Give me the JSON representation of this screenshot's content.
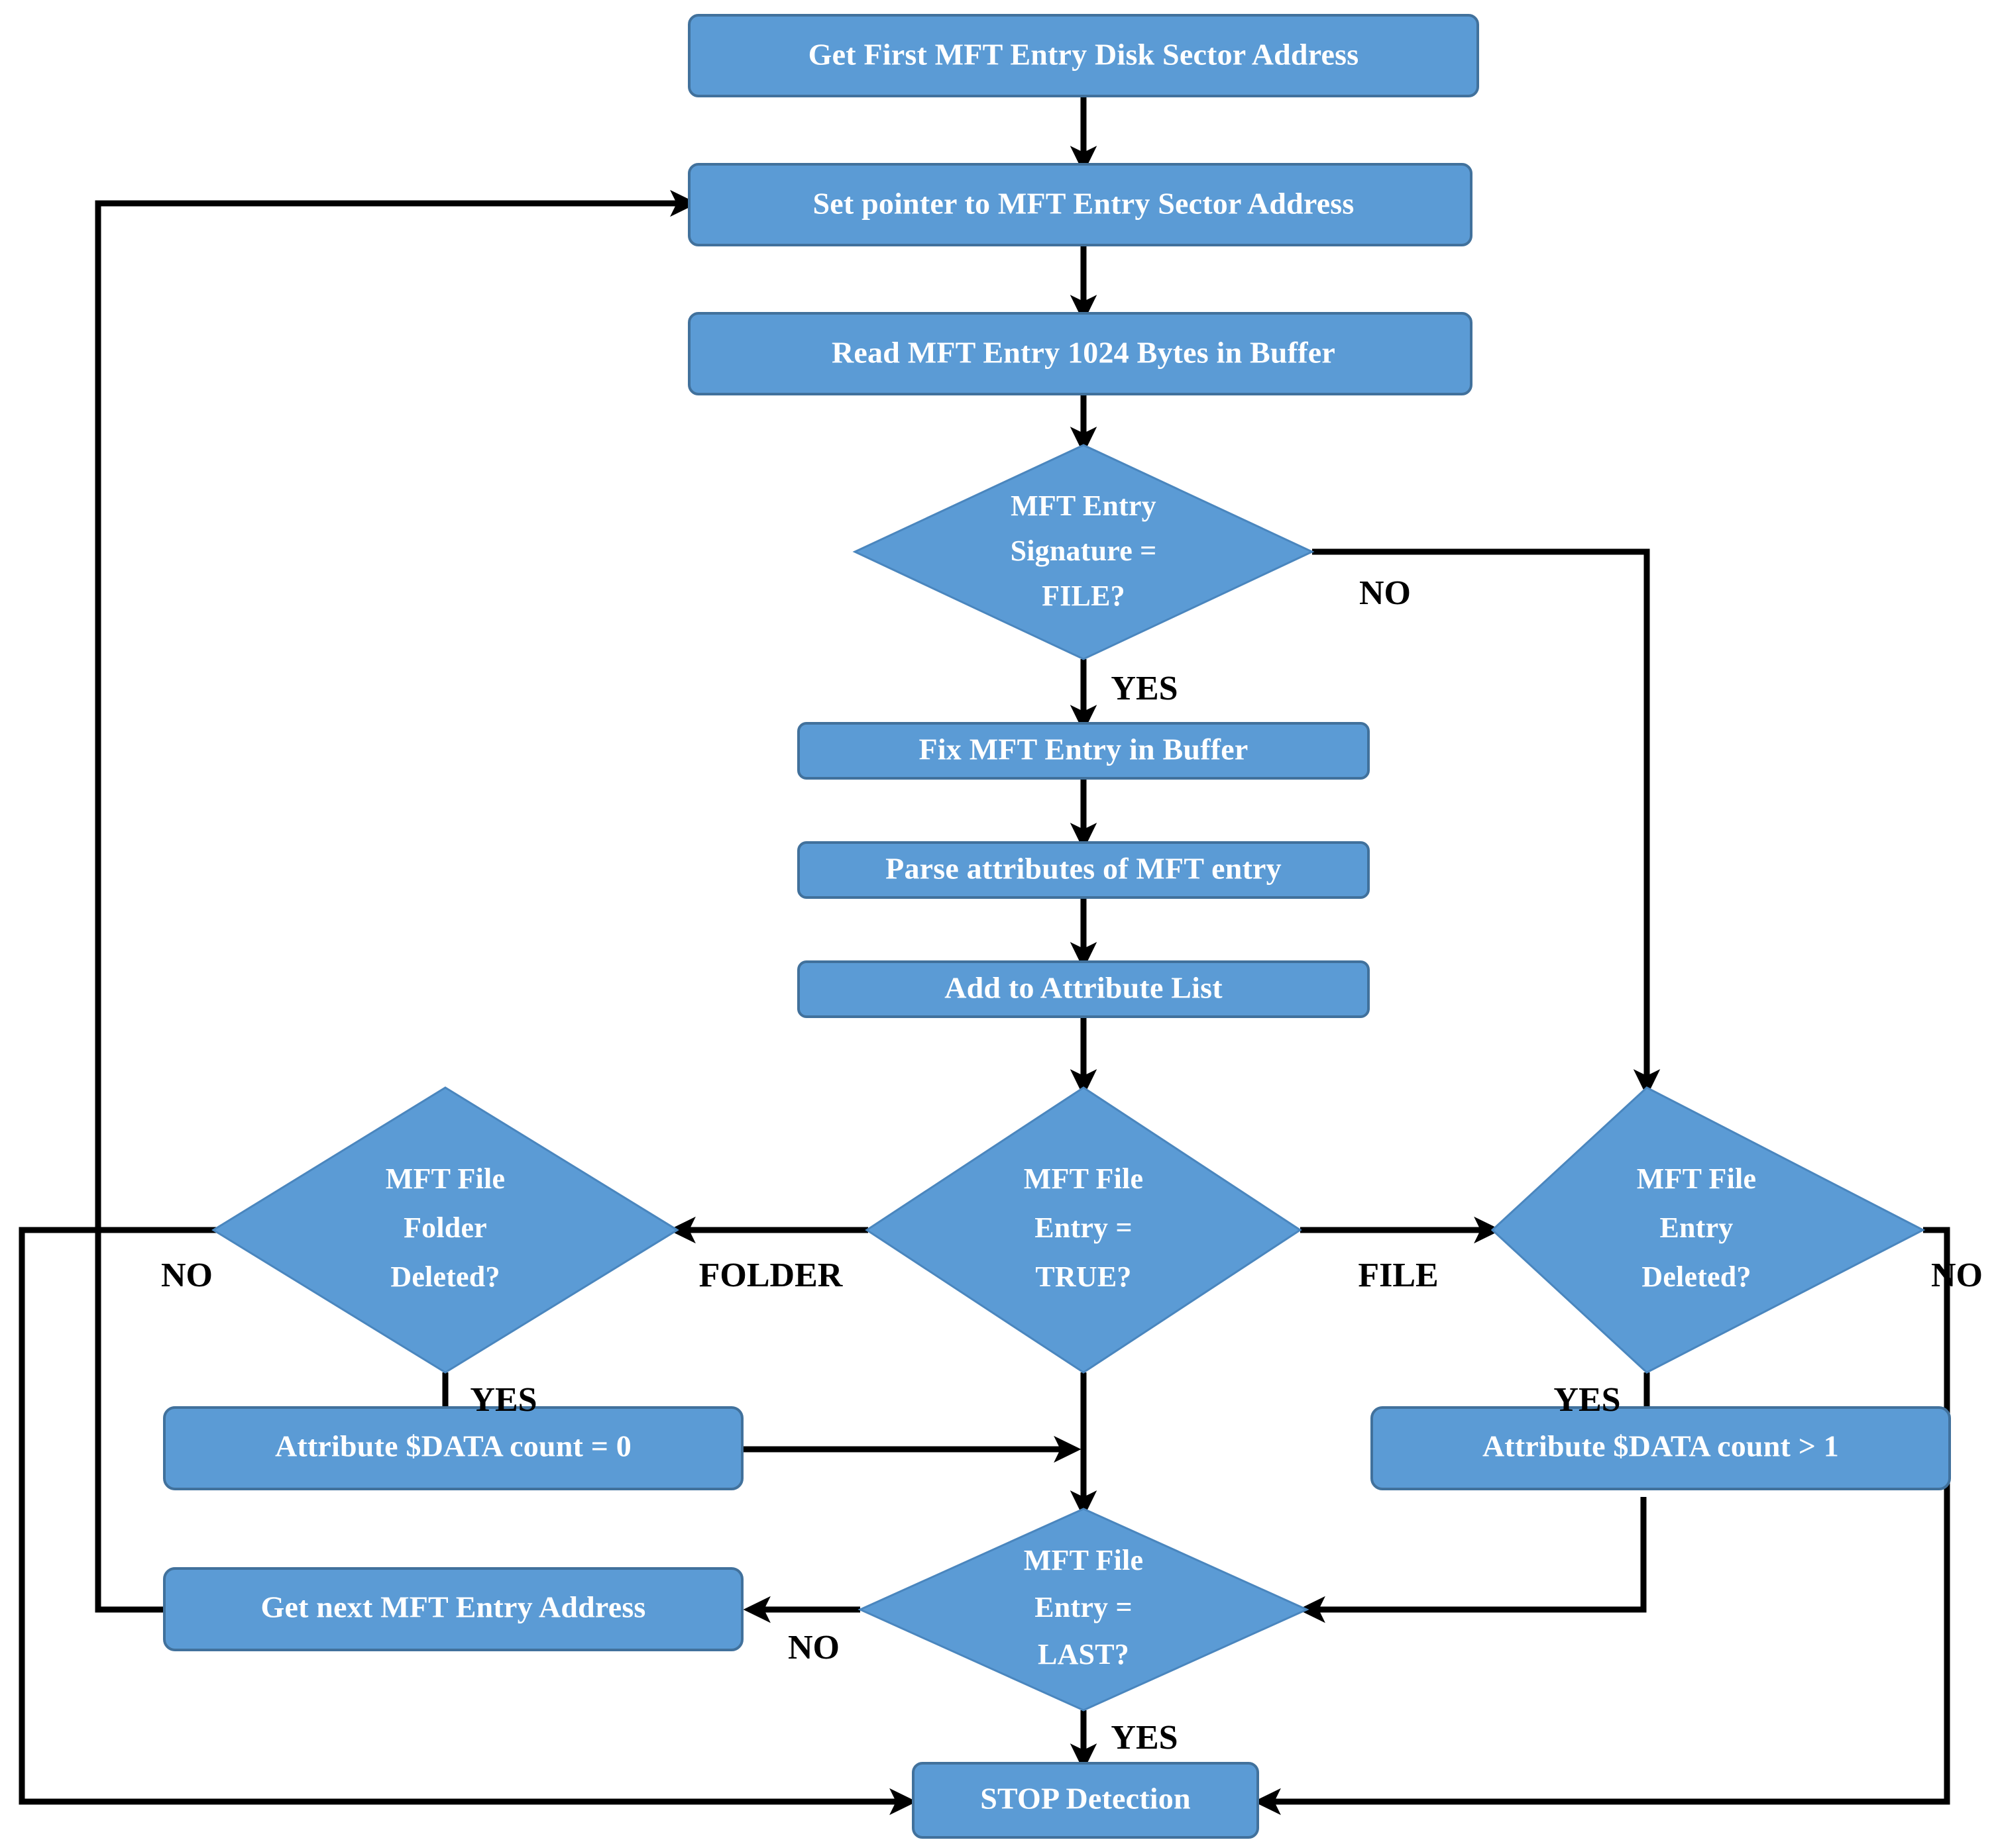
{
  "diagram": {
    "title": "NTFS MFT Entry Deleted File Detection Flowchart",
    "type": "flowchart",
    "colors": {
      "node_fill": "#5B9BD5",
      "node_stroke": "#41719C",
      "node_text": "#FFFFFF",
      "edge": "#000000",
      "background": "#FFFFFF"
    },
    "nodes": [
      {
        "id": "start",
        "shape": "process",
        "label": "Get First MFT Entry Disk Sector Address"
      },
      {
        "id": "set_pointer",
        "shape": "process",
        "label": "Set pointer to MFT Entry Sector Address"
      },
      {
        "id": "read_entry",
        "shape": "process",
        "label": "Read MFT Entry 1024 Bytes in Buffer"
      },
      {
        "id": "sig_check",
        "shape": "decision",
        "label_lines": [
          "MFT Entry",
          "Signature =",
          "FILE?"
        ]
      },
      {
        "id": "fix_entry",
        "shape": "process",
        "label": "Fix MFT Entry in Buffer"
      },
      {
        "id": "parse_attrs",
        "shape": "process",
        "label": "Parse attributes of MFT entry"
      },
      {
        "id": "add_attr_list",
        "shape": "process",
        "label": "Add to Attribute List"
      },
      {
        "id": "entry_true",
        "shape": "decision",
        "label_lines": [
          "MFT File",
          "Entry =",
          "TRUE?"
        ]
      },
      {
        "id": "folder_deleted",
        "shape": "decision",
        "label_lines": [
          "MFT File",
          "Folder",
          "Deleted?"
        ]
      },
      {
        "id": "file_deleted",
        "shape": "decision",
        "label_lines": [
          "MFT File",
          "Entry",
          "Deleted?"
        ]
      },
      {
        "id": "data_eq_0",
        "shape": "process",
        "label": "Attribute $DATA count  = 0"
      },
      {
        "id": "data_gt_1",
        "shape": "process",
        "label": "Attribute $DATA count > 1"
      },
      {
        "id": "get_next",
        "shape": "process",
        "label": "Get next MFT Entry Address"
      },
      {
        "id": "entry_last",
        "shape": "decision",
        "label_lines": [
          "MFT File",
          "Entry =",
          "LAST?"
        ]
      },
      {
        "id": "stop",
        "shape": "process",
        "label": "STOP Detection"
      }
    ],
    "edge_labels": {
      "sig_no": "NO",
      "sig_yes": "YES",
      "folder_branch": "FOLDER",
      "file_branch": "FILE",
      "folder_deleted_no": "NO",
      "folder_deleted_yes": "YES",
      "file_deleted_no": "NO",
      "file_deleted_yes": "YES",
      "last_no": "NO",
      "last_yes": "YES"
    },
    "edges": [
      {
        "from": "start",
        "to": "set_pointer",
        "label": ""
      },
      {
        "from": "set_pointer",
        "to": "read_entry",
        "label": ""
      },
      {
        "from": "read_entry",
        "to": "sig_check",
        "label": ""
      },
      {
        "from": "sig_check",
        "to": "file_deleted",
        "label": "NO"
      },
      {
        "from": "sig_check",
        "to": "fix_entry",
        "label": "YES"
      },
      {
        "from": "fix_entry",
        "to": "parse_attrs",
        "label": ""
      },
      {
        "from": "parse_attrs",
        "to": "add_attr_list",
        "label": ""
      },
      {
        "from": "add_attr_list",
        "to": "entry_true",
        "label": ""
      },
      {
        "from": "entry_true",
        "to": "folder_deleted",
        "label": "FOLDER"
      },
      {
        "from": "entry_true",
        "to": "file_deleted",
        "label": "FILE"
      },
      {
        "from": "entry_true",
        "to": "entry_last",
        "label": ""
      },
      {
        "from": "folder_deleted",
        "to": "stop",
        "label": "NO"
      },
      {
        "from": "folder_deleted",
        "to": "data_eq_0",
        "label": "YES"
      },
      {
        "from": "file_deleted",
        "to": "stop",
        "label": "NO"
      },
      {
        "from": "file_deleted",
        "to": "data_gt_1",
        "label": "YES"
      },
      {
        "from": "data_eq_0",
        "to": "entry_last",
        "label": ""
      },
      {
        "from": "data_gt_1",
        "to": "entry_last",
        "label": ""
      },
      {
        "from": "entry_last",
        "to": "get_next",
        "label": "NO"
      },
      {
        "from": "entry_last",
        "to": "stop",
        "label": "YES"
      },
      {
        "from": "get_next",
        "to": "set_pointer",
        "label": ""
      }
    ]
  }
}
